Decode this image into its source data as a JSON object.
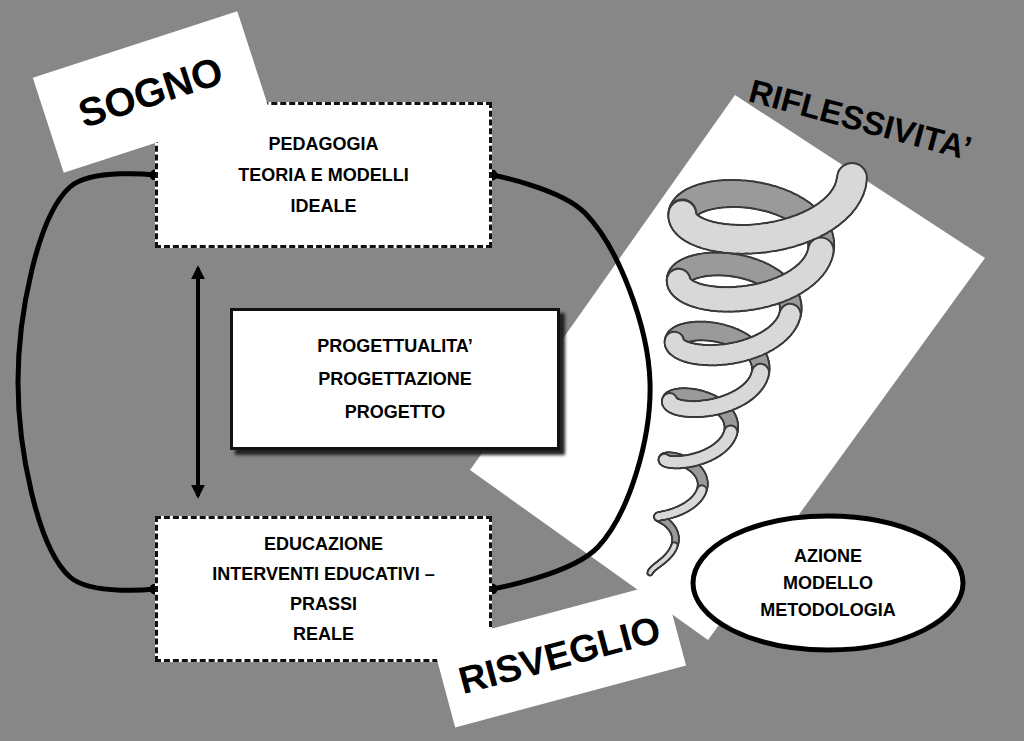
{
  "diagram": {
    "nodes": [
      {
        "text": [
          "SOGNO"
        ]
      },
      {
        "text": [
          "PEDAGOGIA",
          "TEORIA E MODELLI",
          "IDEALE"
        ]
      },
      {
        "text": [
          "PROGETTUALITA’",
          "PROGETTAZIONE",
          "PROGETTO"
        ]
      },
      {
        "text": [
          "EDUCAZIONE",
          "INTERVENTI EDUCATIVI – PRASSI",
          "REALE"
        ]
      },
      {
        "text": [
          "AZIONE",
          "MODELLO",
          "METODOLOGIA"
        ]
      },
      {
        "text": [
          "RISVEGLIO"
        ]
      }
    ],
    "edges": [
      {
        "from": 1,
        "to": 3,
        "arrow": "none"
      },
      {
        "from": 1,
        "to": 3,
        "arrow": "none"
      },
      {
        "from": 1,
        "to": 3,
        "arrow": "both"
      }
    ],
    "labels": [
      "RIFLESSIVITA’"
    ]
  }
}
